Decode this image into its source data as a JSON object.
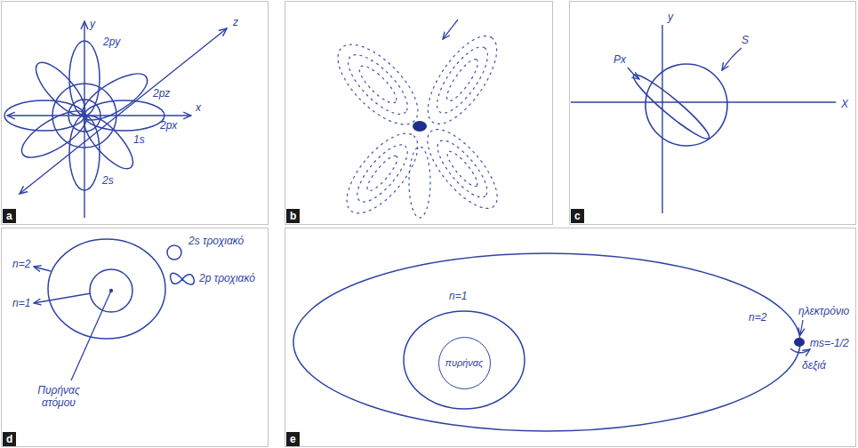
{
  "diagram": {
    "nodes": [
      {
        "text": [
          "a"
        ]
      },
      {
        "text": [
          "b"
        ]
      },
      {
        "text": [
          "c"
        ]
      },
      {
        "text": [
          "d"
        ]
      },
      {
        "text": [
          "e"
        ]
      },
      {
        "text": [
          "πυρήνας"
        ]
      }
    ],
    "labels": [
      "y",
      "z",
      "x",
      "2py",
      "2pz",
      "2px",
      "1s",
      "2s",
      "y",
      "X",
      "Px",
      "S",
      "n=2",
      "n=1",
      "2s τροχιακό",
      "2p τροχιακό",
      "Πυρήνας ατόμου",
      "n=1",
      "n=2",
      "ηλεκτρόνιο",
      "ms=-1/2",
      "δεξιά"
    ]
  }
}
